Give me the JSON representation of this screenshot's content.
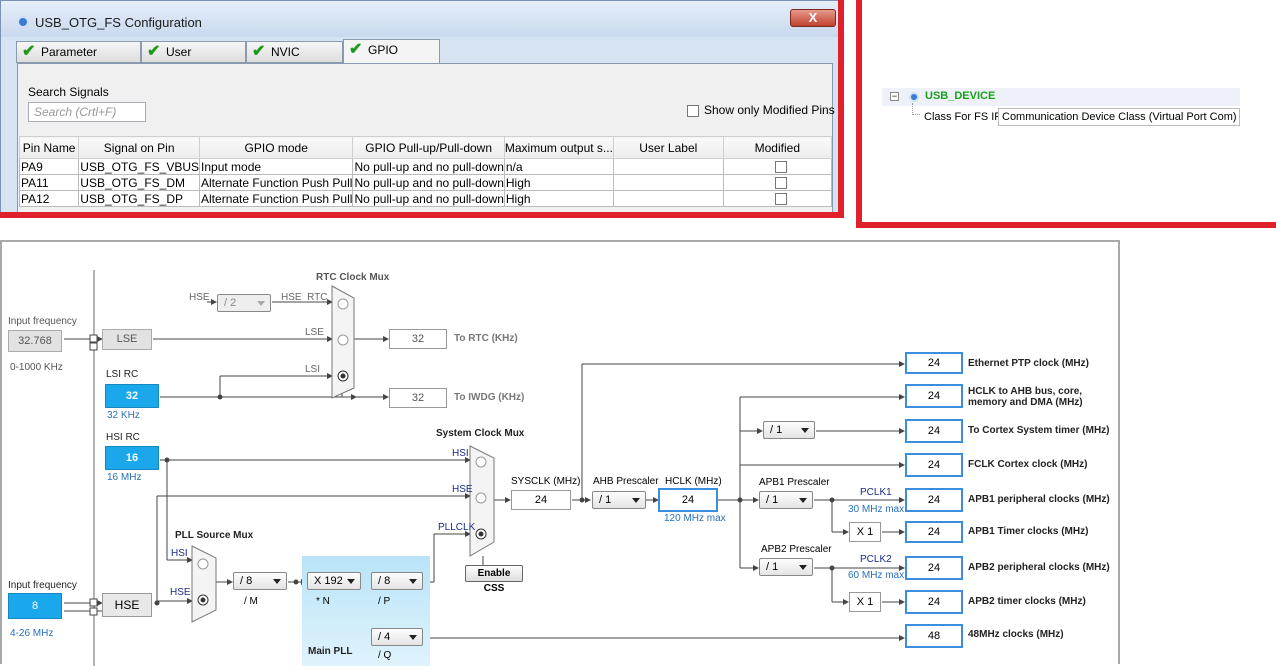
{
  "window": {
    "title": "USB_OTG_FS Configuration",
    "close": "X"
  },
  "tabs": [
    "Parameter Settings",
    "User Constants",
    "NVIC Settings",
    "GPIO Settings"
  ],
  "gpio": {
    "search_label": "Search Signals",
    "search_placeholder": "Search (Crtl+F)",
    "show_modified": "Show only Modified Pins",
    "columns": [
      "Pin Name",
      "Signal on Pin",
      "GPIO mode",
      "GPIO Pull-up/Pull-down",
      "Maximum output s...",
      "User Label",
      "Modified"
    ],
    "rows": [
      [
        "PA9",
        "USB_OTG_FS_VBUS",
        "Input mode",
        "No pull-up and no pull-down",
        "n/a",
        ""
      ],
      [
        "PA11",
        "USB_OTG_FS_DM",
        "Alternate Function Push Pull",
        "No pull-up and no pull-down",
        "High",
        ""
      ],
      [
        "PA12",
        "USB_OTG_FS_DP",
        "Alternate Function Push Pull",
        "No pull-up and no pull-down",
        "High",
        ""
      ]
    ]
  },
  "middleware": {
    "node": "USB_DEVICE",
    "prop_label": "Class For FS IP",
    "prop_value": "Communication Device Class (Virtual Port Com)"
  },
  "clock": {
    "lse_input": {
      "label": "Input frequency",
      "value": "32.768",
      "range": "0-1000 KHz"
    },
    "lse": "LSE",
    "lsi": {
      "title": "LSI RC",
      "value": "32",
      "freq": "32 KHz"
    },
    "hsi": {
      "title": "HSI RC",
      "value": "16",
      "freq": "16 MHz"
    },
    "hse_input": {
      "label": "Input frequency",
      "value": "8",
      "range": "4-26 MHz"
    },
    "hse": "HSE",
    "rtc_mux": {
      "title": "RTC Clock Mux",
      "hse": "HSE",
      "hse_rtc": "HSE_RTC",
      "lse": "LSE",
      "lsi": "LSI",
      "div": "/ 2"
    },
    "rtc_out": {
      "value": "32",
      "label": "To RTC (KHz)"
    },
    "iwdg_out": {
      "value": "32",
      "label": "To IWDG (KHz)"
    },
    "sys_mux": {
      "title": "System Clock Mux",
      "hsi": "HSI",
      "hse": "HSE",
      "pllclk": "PLLCLK"
    },
    "css": "Enable CSS",
    "pll_mux": {
      "title": "PLL Source Mux",
      "hsi": "HSI",
      "hse": "HSE"
    },
    "pll": {
      "m": "/ 8",
      "m_lbl": "/ M",
      "n": "X 192",
      "n_lbl": "* N",
      "p": "/ 8",
      "p_lbl": "/ P",
      "q": "/ 4",
      "q_lbl": "/ Q",
      "title": "Main PLL"
    },
    "sysclk": {
      "label": "SYSCLK (MHz)",
      "value": "24"
    },
    "ahb": {
      "label": "AHB Prescaler",
      "value": "/ 1"
    },
    "hclk": {
      "label": "HCLK (MHz)",
      "value": "24",
      "max": "120 MHz max"
    },
    "apb1": {
      "label": "APB1 Prescaler",
      "value": "/ 1",
      "pclk": "PCLK1",
      "max": "30 MHz max"
    },
    "apb2": {
      "label": "APB2 Prescaler",
      "value": "/ 1",
      "pclk": "PCLK2",
      "max": "60 MHz max"
    },
    "cortex_div": "/ 1",
    "x1a": "X 1",
    "x1b": "X 1",
    "outputs": [
      {
        "value": "24",
        "label": "Ethernet PTP clock (MHz)"
      },
      {
        "value": "24",
        "label": "HCLK to AHB bus, core,",
        "label2": "memory and DMA (MHz)"
      },
      {
        "value": "24",
        "label": "To Cortex System timer (MHz)"
      },
      {
        "value": "24",
        "label": "FCLK Cortex clock (MHz)"
      },
      {
        "value": "24",
        "label": "APB1 peripheral clocks (MHz)"
      },
      {
        "value": "24",
        "label": "APB1 Timer clocks (MHz)"
      },
      {
        "value": "24",
        "label": "APB2 peripheral clocks (MHz)"
      },
      {
        "value": "24",
        "label": "APB2 timer clocks (MHz)"
      },
      {
        "value": "48",
        "label": "48MHz clocks (MHz)"
      }
    ]
  },
  "colors": {
    "accent": "#1aa7ec",
    "divider": "#e0202a",
    "box_border": "#3b8de0",
    "check": "#1d9a1d"
  }
}
